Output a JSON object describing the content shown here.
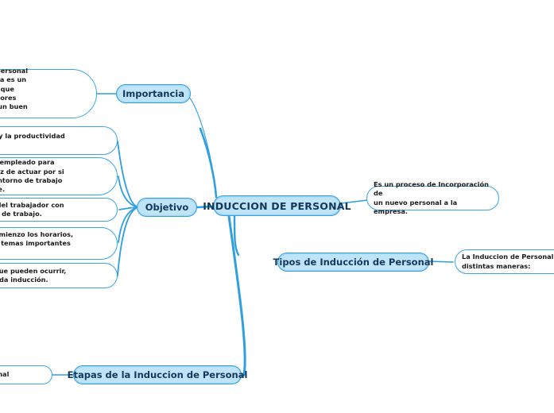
{
  "document": {
    "type": "mind-map",
    "title": "INDUCCION DE PERSONAL",
    "background_color": "#ffffff",
    "node_fill_color": "#bfe4f8",
    "node_border_color": "#2f9fe0",
    "leaf_fill_color": "#ffffff",
    "leaf_border_color": "#3aa5e3",
    "text_color": "#12395c",
    "edge_color": "#2f9fe0"
  },
  "central": {
    "label": "INDUCCION DE PERSONAL"
  },
  "branches": {
    "importancia": {
      "label": "Importancia",
      "detail": "upervisar al personal\na una empresa es un\nportancia, ya que\nevos trabajadores\na y alcancen un buen\nlidez."
    },
    "objetivo": {
      "label": "Objetivo",
      "details": [
        "endimiento y la productividad\na",
        "da al nuevo empleado para\ne y sea capaz de actuar por si\najar en su entorno de trabajo\norma posible.",
        "ntegración del trabajador con\ncompañeros de trabajo.",
        "desde un comienzo los horarios,\nutas y otros temas importantes\ne trabajo",
        "es errores que pueden ocurrir,\nna inadecuada inducción."
      ]
    },
    "definicion": {
      "detail": "Es un proceso de Incorporación de\nun nuevo personal a la empresa."
    },
    "tipos": {
      "label": "Tipos de Inducción de Personal",
      "detail": "La Induccion de Personal pu\ndistintas maneras:"
    },
    "etapas": {
      "label": "Etapas de la Induccion de Personal",
      "detail": "de personal"
    }
  }
}
